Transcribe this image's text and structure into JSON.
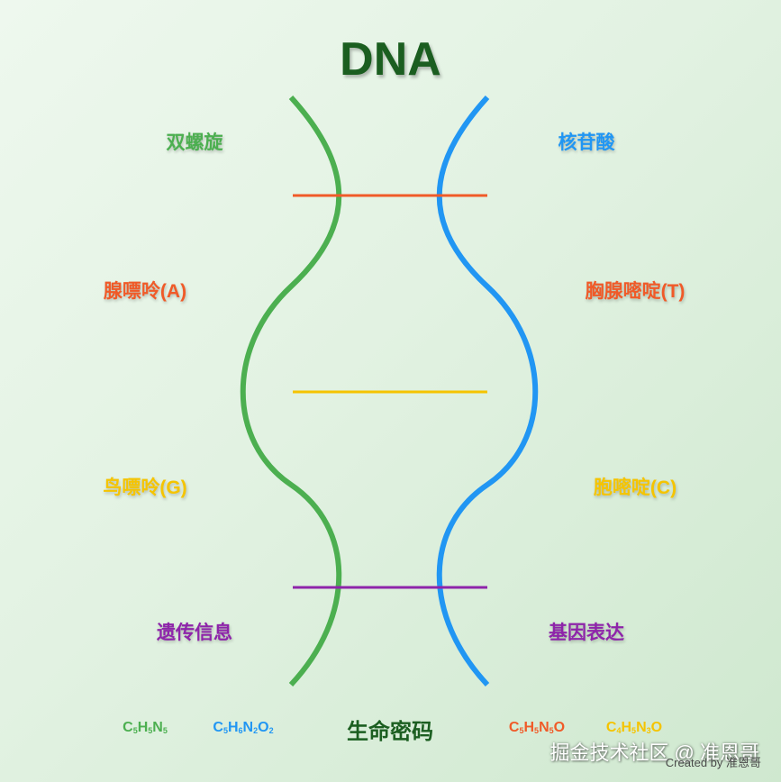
{
  "title": "DNA",
  "left_labels": [
    "双螺旋",
    "腺嘌呤(A)",
    "鸟嘌呤(G)",
    "遗传信息"
  ],
  "right_labels": [
    "核苷酸",
    "胸腺嘧啶(T)",
    "胞嘧啶(C)",
    "基因表达"
  ],
  "formulas": {
    "adenine": [
      {
        "t": "C"
      },
      {
        "s": "5"
      },
      {
        "t": "H"
      },
      {
        "s": "5"
      },
      {
        "t": "N"
      },
      {
        "s": "5"
      }
    ],
    "thymine": [
      {
        "t": "C"
      },
      {
        "s": "5"
      },
      {
        "t": "H"
      },
      {
        "s": "6"
      },
      {
        "t": "N"
      },
      {
        "s": "2"
      },
      {
        "t": "O"
      },
      {
        "s": "2"
      }
    ],
    "guanine": [
      {
        "t": "C"
      },
      {
        "s": "5"
      },
      {
        "t": "H"
      },
      {
        "s": "5"
      },
      {
        "t": "N"
      },
      {
        "s": "5"
      },
      {
        "t": "O"
      }
    ],
    "cytosine": [
      {
        "t": "C"
      },
      {
        "s": "4"
      },
      {
        "t": "H"
      },
      {
        "s": "5"
      },
      {
        "t": "N"
      },
      {
        "s": "3"
      },
      {
        "t": "O"
      }
    ]
  },
  "center_text": "生命密码",
  "watermark": "掘金技术社区 @ 准恩哥",
  "credit": "Created by 准恩哥",
  "colors": {
    "title": "#1b5e20",
    "left_strand": "#4caf50",
    "right_strand": "#2196f3",
    "bond_top": "#f05a28",
    "bond_middle": "#f5c400",
    "bond_bottom": "#8e24aa",
    "label_green": "#4caf50",
    "label_blue": "#2196f3",
    "label_orange": "#f05a28",
    "label_yellow": "#f5c400",
    "label_purple": "#8e24aa"
  }
}
